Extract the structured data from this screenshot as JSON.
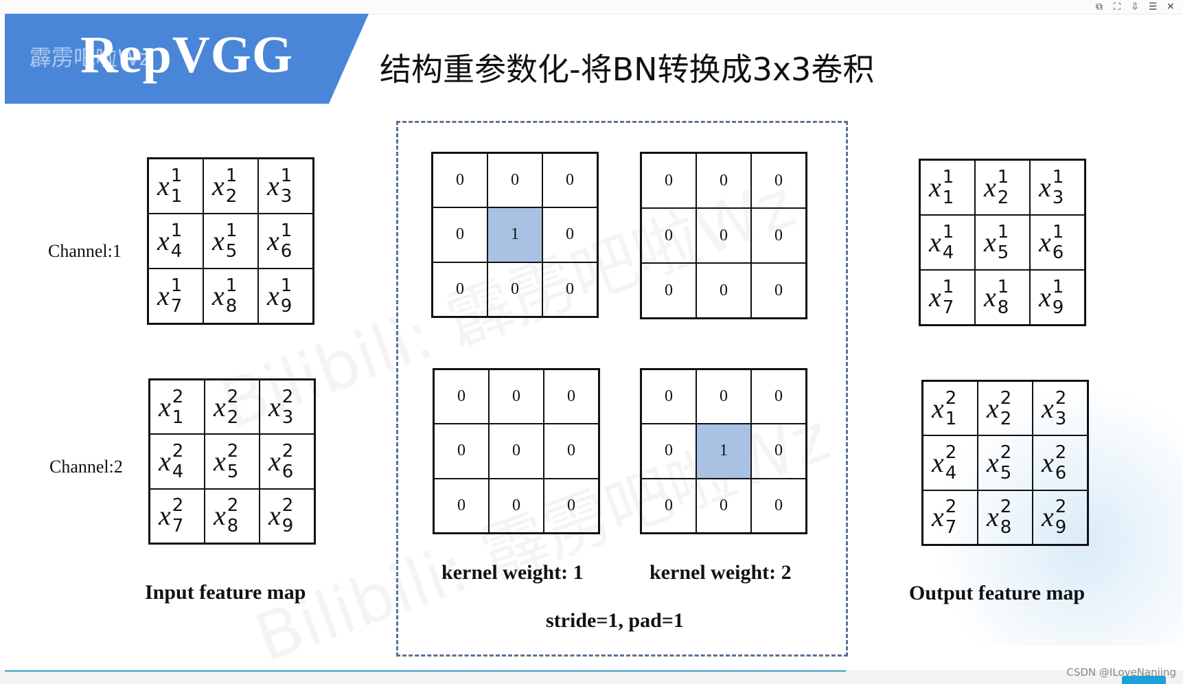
{
  "window": {
    "icons": [
      "restore-icon",
      "fullscreen-icon",
      "download-icon",
      "menu-icon",
      "close-icon"
    ],
    "glyphs": [
      "⧉",
      "⛶",
      "⇩",
      "☰",
      "✕"
    ]
  },
  "banner": {
    "title": "RepVGG",
    "watermark": "霹雳吧啦Wz",
    "color": "#4a86d8"
  },
  "slide_title": "结构重参数化-将BN转换成3x3卷积",
  "input": {
    "caption": "Input feature map",
    "channels": [
      {
        "label": "Channel:1",
        "superscript": "1",
        "subscripts": [
          "1",
          "2",
          "3",
          "4",
          "5",
          "6",
          "7",
          "8",
          "9"
        ]
      },
      {
        "label": "Channel:2",
        "superscript": "2",
        "subscripts": [
          "1",
          "2",
          "3",
          "4",
          "5",
          "6",
          "7",
          "8",
          "9"
        ]
      }
    ]
  },
  "kernels": {
    "groups": [
      {
        "caption": "kernel weight: 1",
        "top": {
          "values": [
            "0",
            "0",
            "0",
            "0",
            "1",
            "0",
            "0",
            "0",
            "0"
          ],
          "highlight": 4
        },
        "bottom": {
          "values": [
            "0",
            "0",
            "0",
            "0",
            "0",
            "0",
            "0",
            "0",
            "0"
          ],
          "highlight": -1
        }
      },
      {
        "caption": "kernel weight: 2",
        "top": {
          "values": [
            "0",
            "0",
            "0",
            "0",
            "0",
            "0",
            "0",
            "0",
            "0"
          ],
          "highlight": -1
        },
        "bottom": {
          "values": [
            "0",
            "0",
            "0",
            "0",
            "1",
            "0",
            "0",
            "0",
            "0"
          ],
          "highlight": 4
        }
      }
    ],
    "params": "stride=1, pad=1",
    "highlight_color": "#a9c1e3"
  },
  "output": {
    "caption": "Output feature map",
    "channels": [
      {
        "superscript": "1",
        "subscripts": [
          "1",
          "2",
          "3",
          "4",
          "5",
          "6",
          "7",
          "8",
          "9"
        ]
      },
      {
        "superscript": "2",
        "subscripts": [
          "1",
          "2",
          "3",
          "4",
          "5",
          "6",
          "7",
          "8",
          "9"
        ]
      }
    ]
  },
  "watermark_text": "Bilibili: 霹雳吧啦Wz",
  "credit": "CSDN @ILoveNanjing"
}
